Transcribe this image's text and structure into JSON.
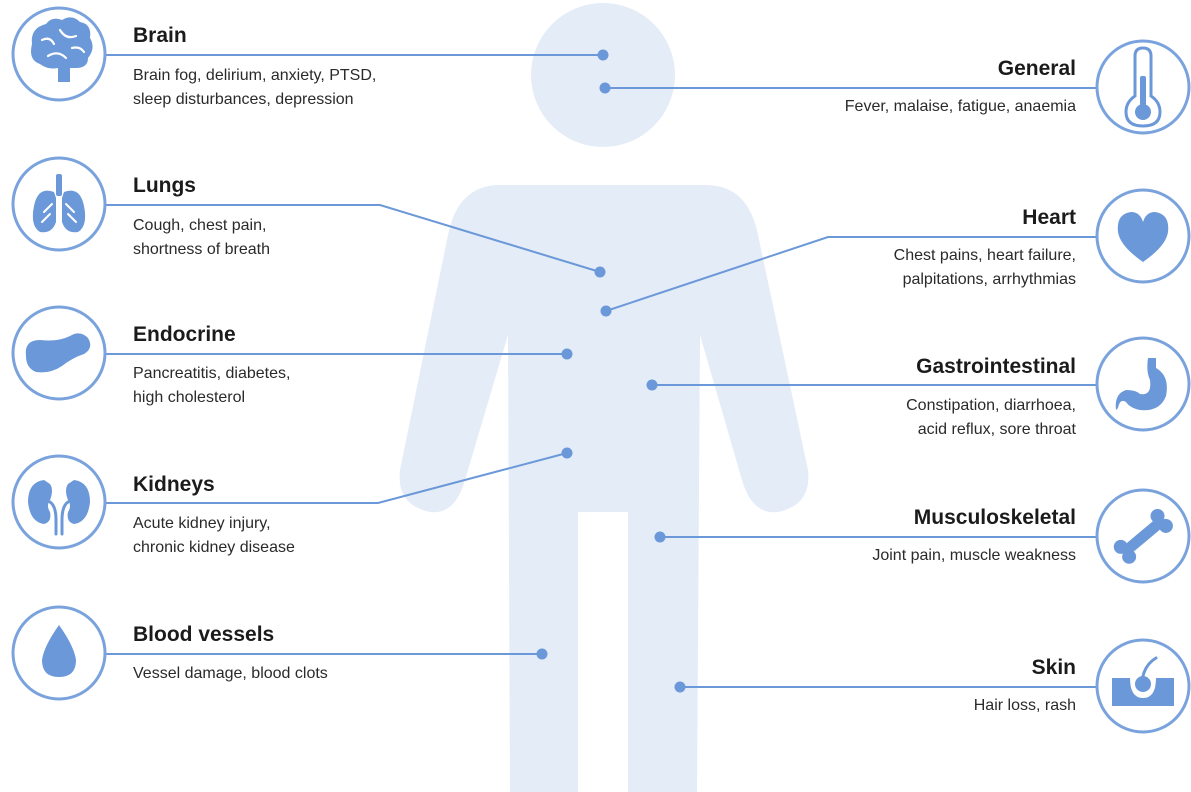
{
  "colors": {
    "body": "#e4ecf7",
    "accent": "#6b98d8",
    "ring": "#7aa3dd"
  },
  "organs": [
    {
      "id": "brain",
      "title": "Brain",
      "icon": "brain-icon",
      "lines": [
        "Brain fog, delirium, anxiety, PTSD,",
        "sleep disturbances, depression"
      ]
    },
    {
      "id": "lungs",
      "title": "Lungs",
      "icon": "lungs-icon",
      "lines": [
        "Cough, chest pain,",
        "shortness of breath"
      ]
    },
    {
      "id": "endocrine",
      "title": "Endocrine",
      "icon": "pancreas-icon",
      "lines": [
        "Pancreatitis, diabetes,",
        "high cholesterol"
      ]
    },
    {
      "id": "kidneys",
      "title": "Kidneys",
      "icon": "kidneys-icon",
      "lines": [
        "Acute kidney injury,",
        "chronic kidney disease"
      ]
    },
    {
      "id": "blood-vessels",
      "title": "Blood vessels",
      "icon": "blood-drop-icon",
      "lines": [
        "Vessel damage, blood clots"
      ]
    },
    {
      "id": "general",
      "title": "General",
      "icon": "thermometer-icon",
      "lines": [
        "Fever, malaise, fatigue, anaemia"
      ]
    },
    {
      "id": "heart",
      "title": "Heart",
      "icon": "heart-icon",
      "lines": [
        "Chest pains, heart failure,",
        "palpitations, arrhythmias"
      ]
    },
    {
      "id": "gastrointestinal",
      "title": "Gastrointestinal",
      "icon": "stomach-icon",
      "lines": [
        "Constipation, diarrhoea,",
        "acid reflux, sore throat"
      ]
    },
    {
      "id": "musculoskeletal",
      "title": "Musculoskeletal",
      "icon": "bone-icon",
      "lines": [
        "Joint pain, muscle weakness"
      ]
    },
    {
      "id": "skin",
      "title": "Skin",
      "icon": "skin-icon",
      "lines": [
        "Hair loss, rash"
      ]
    }
  ]
}
